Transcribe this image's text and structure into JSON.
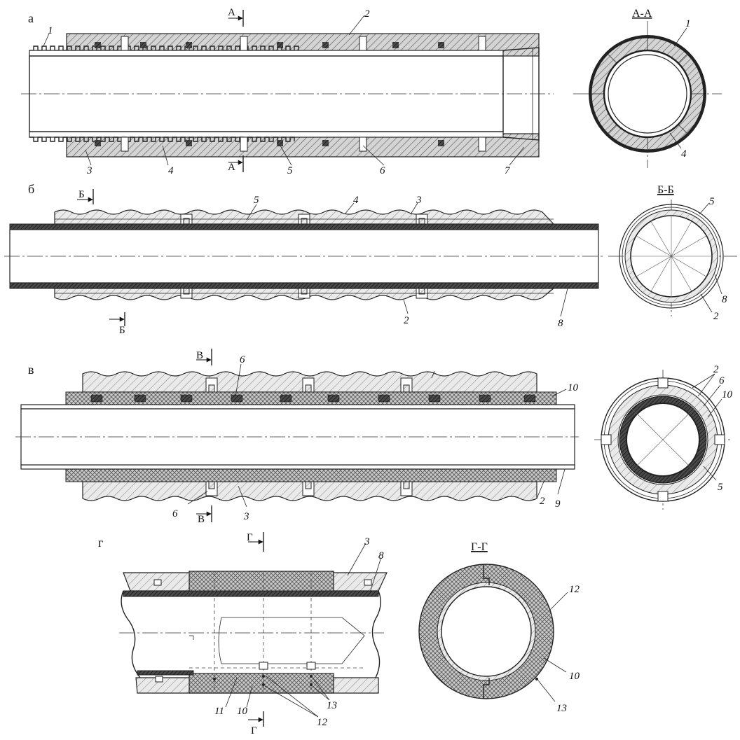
{
  "panels": {
    "a": "а",
    "b": "б",
    "v": "в",
    "g": "г"
  },
  "section_titles": {
    "aa": "А-А",
    "bb": "Б-Б",
    "gg": "Г-Г"
  },
  "section_marks": {
    "a": "А",
    "b": "Б",
    "v": "В",
    "g": "Г"
  },
  "callouts": {
    "n1": "1",
    "n2": "2",
    "n3": "3",
    "n4": "4",
    "n5": "5",
    "n6": "6",
    "n7": "7",
    "n8": "8",
    "n9": "9",
    "n10": "10",
    "n11": "11",
    "n12": "12",
    "n13": "13"
  }
}
